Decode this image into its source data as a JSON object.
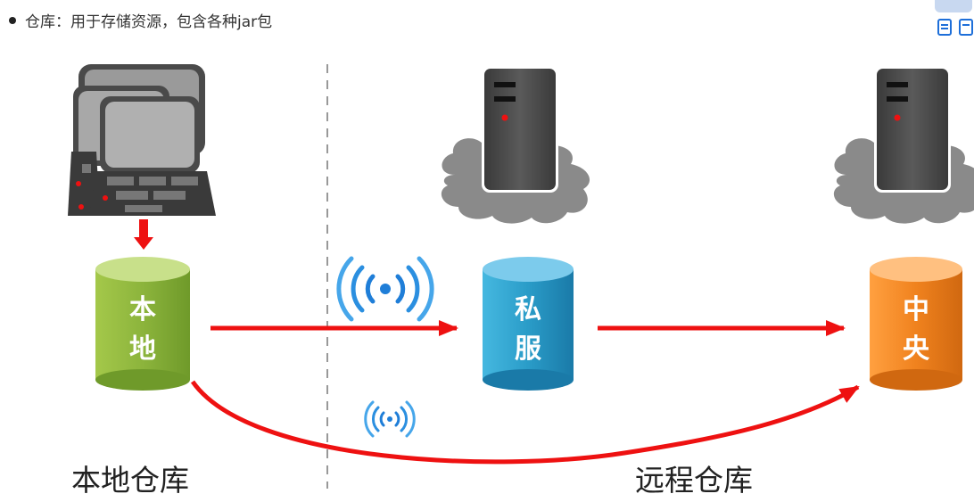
{
  "header": {
    "bullet_text": "仓库：用于存储资源，包含各种jar包"
  },
  "repos": {
    "local": {
      "line1": "本",
      "line2": "地",
      "color": "#8cb43c"
    },
    "private": {
      "line1": "私",
      "line2": "服",
      "color": "#2a9cc8"
    },
    "central": {
      "line1": "中",
      "line2": "央",
      "color": "#f0821e"
    }
  },
  "sections": {
    "local_label": "本地仓库",
    "remote_label": "远程仓库"
  },
  "icons": [
    "computer-cluster-icon",
    "server-icon",
    "cloud-icon",
    "wireless-signal-icon",
    "document-icon"
  ]
}
